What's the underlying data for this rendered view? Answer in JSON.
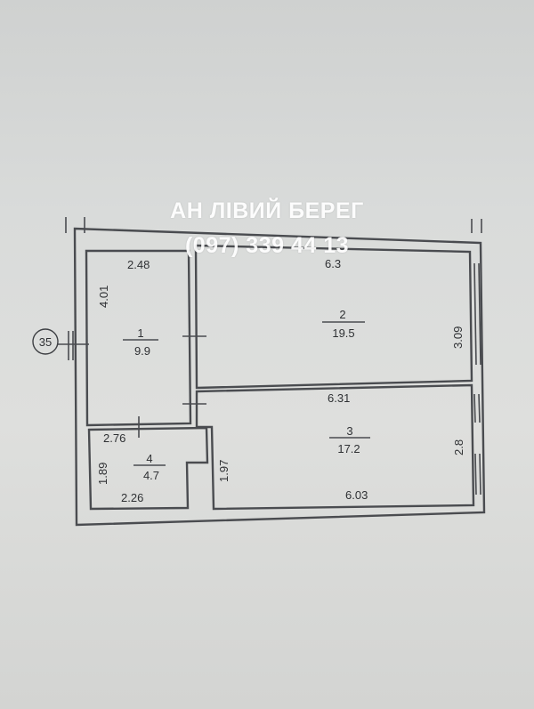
{
  "watermark": {
    "line1": "АН ЛІВИЙ БЕРЕГ",
    "line2": "(097) 339 44 13"
  },
  "axis_marker": "35",
  "rooms": [
    {
      "number": "1",
      "area": "9.9"
    },
    {
      "number": "2",
      "area": "19.5"
    },
    {
      "number": "3",
      "area": "17.2"
    },
    {
      "number": "4",
      "area": "4.7"
    }
  ],
  "dimensions": {
    "room1_top": "2.48",
    "room1_left": "4.01",
    "room2_top": "6.3",
    "room2_right": "3.09",
    "room2_room3": "6.31",
    "room3_right": "2.8",
    "room3_left": "1.97",
    "room3_bottom": "6.03",
    "room4_top": "2.76",
    "room4_left": "1.89",
    "room4_bottom": "2.26"
  }
}
